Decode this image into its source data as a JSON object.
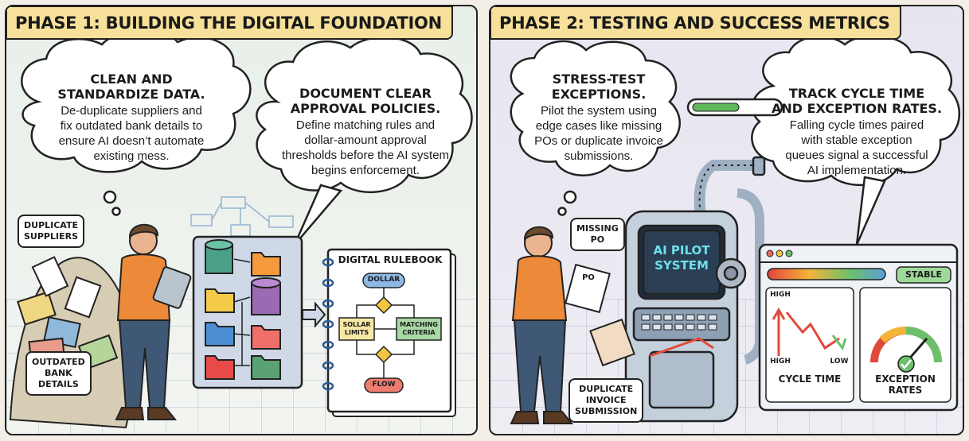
{
  "phase1": {
    "title": "PHASE 1: BUILDING THE DIGITAL FOUNDATION",
    "bubble1": {
      "heading_line1": "CLEAN AND",
      "heading_line2": "STANDARDIZE DATA.",
      "body_line1": "De-duplicate suppliers and",
      "body_line2": "fix outdated bank details to",
      "body_line3": "ensure AI doesn’t automate",
      "body_line4": "existing mess."
    },
    "bubble2": {
      "heading_line1": "DOCUMENT CLEAR",
      "heading_line2": "APPROVAL POLICIES.",
      "body_line1": "Define matching rules and",
      "body_line2": "dollar-amount approval",
      "body_line3": "thresholds before the AI system",
      "body_line4": "begins enforcement."
    },
    "tag_duplicate_l1": "DUPLICATE",
    "tag_duplicate_l2": "SUPPLIERS",
    "tag_outdated_l1": "OUTDATED",
    "tag_outdated_l2": "BANK",
    "tag_outdated_l3": "DETAILS",
    "rulebook": {
      "title": "DIGITAL RULEBOOK",
      "dollar": "DOLLAR",
      "sollar_l1": "SOLLAR",
      "sollar_l2": "LIMITS",
      "matching_l1": "MATCHING",
      "matching_l2": "CRITERIA",
      "flow": "FLOW"
    },
    "icons": [
      "database-icon",
      "folder-icon",
      "tablet-icon",
      "paper-pile-icon"
    ]
  },
  "phase2": {
    "title": "PHASE 2: TESTING AND SUCCESS METRICS",
    "bubble1": {
      "heading_line1": "STRESS-TEST",
      "heading_line2": "EXCEPTIONS.",
      "body_line1": "Pilot the system using",
      "body_line2": "edge cases like missing",
      "body_line3": "POs or duplicate invoice",
      "body_line4": "submissions."
    },
    "bubble2": {
      "heading_line1": "TRACK CYCLE TIME",
      "heading_line2": "AND EXCEPTION RATES.",
      "body_line1": "Falling cycle times paired",
      "body_line2": "with stable exception",
      "body_line3": "queues signal a successful",
      "body_line4": "AI implementation."
    },
    "tag_missing_l1": "MISSING",
    "tag_missing_l2": "PO",
    "tag_dup_l1": "DUPLICATE",
    "tag_dup_l2": "INVOICE",
    "tag_dup_l3": "SUBMISSION",
    "screen_l1": "AI PILOT",
    "screen_l2": "SYSTEM",
    "po_label": "PO",
    "dashboard": {
      "stable": "STABLE",
      "high_top": "HIGH",
      "high_bottom": "HIGH",
      "low": "LOW",
      "cycle_time": "CYCLE TIME",
      "exception_l1": "EXCEPTION",
      "exception_l2": "RATES"
    },
    "progress_fraction": 0.55,
    "colors": {
      "accent_green": "#5fb85a",
      "title_bg": "#f6e09a",
      "screen_text": "#6fe0ea"
    },
    "icons": [
      "check-circle-icon",
      "gauge-icon",
      "progress-bar-icon",
      "kiosk-icon"
    ]
  }
}
